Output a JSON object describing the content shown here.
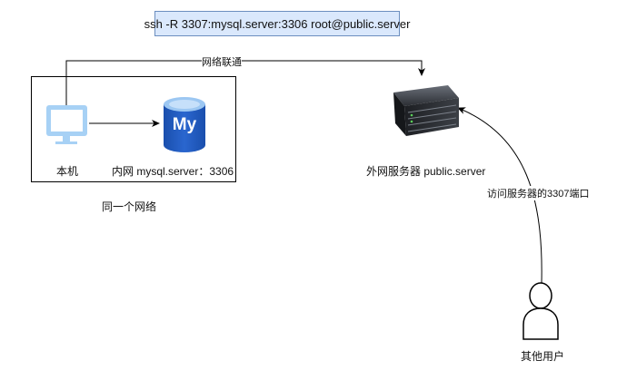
{
  "command": "ssh -R 3307:mysql.server:3306 root@public.server",
  "nodes": {
    "local_machine": "本机",
    "mysql_server": "内网 mysql.server：3306",
    "mysql_logo_text": "My",
    "public_server": "外网服务器 public.server",
    "other_users": "其他用户"
  },
  "groups": {
    "local_network": "同一个网络"
  },
  "edges": {
    "tunnel": "网络联通",
    "access": "访问服务器的3307端口"
  },
  "colors": {
    "command_fill": "#dae8fc",
    "command_stroke": "#6c8ebf",
    "monitor": "#a7d1f5",
    "mysql_blue": "#1e56b8"
  }
}
